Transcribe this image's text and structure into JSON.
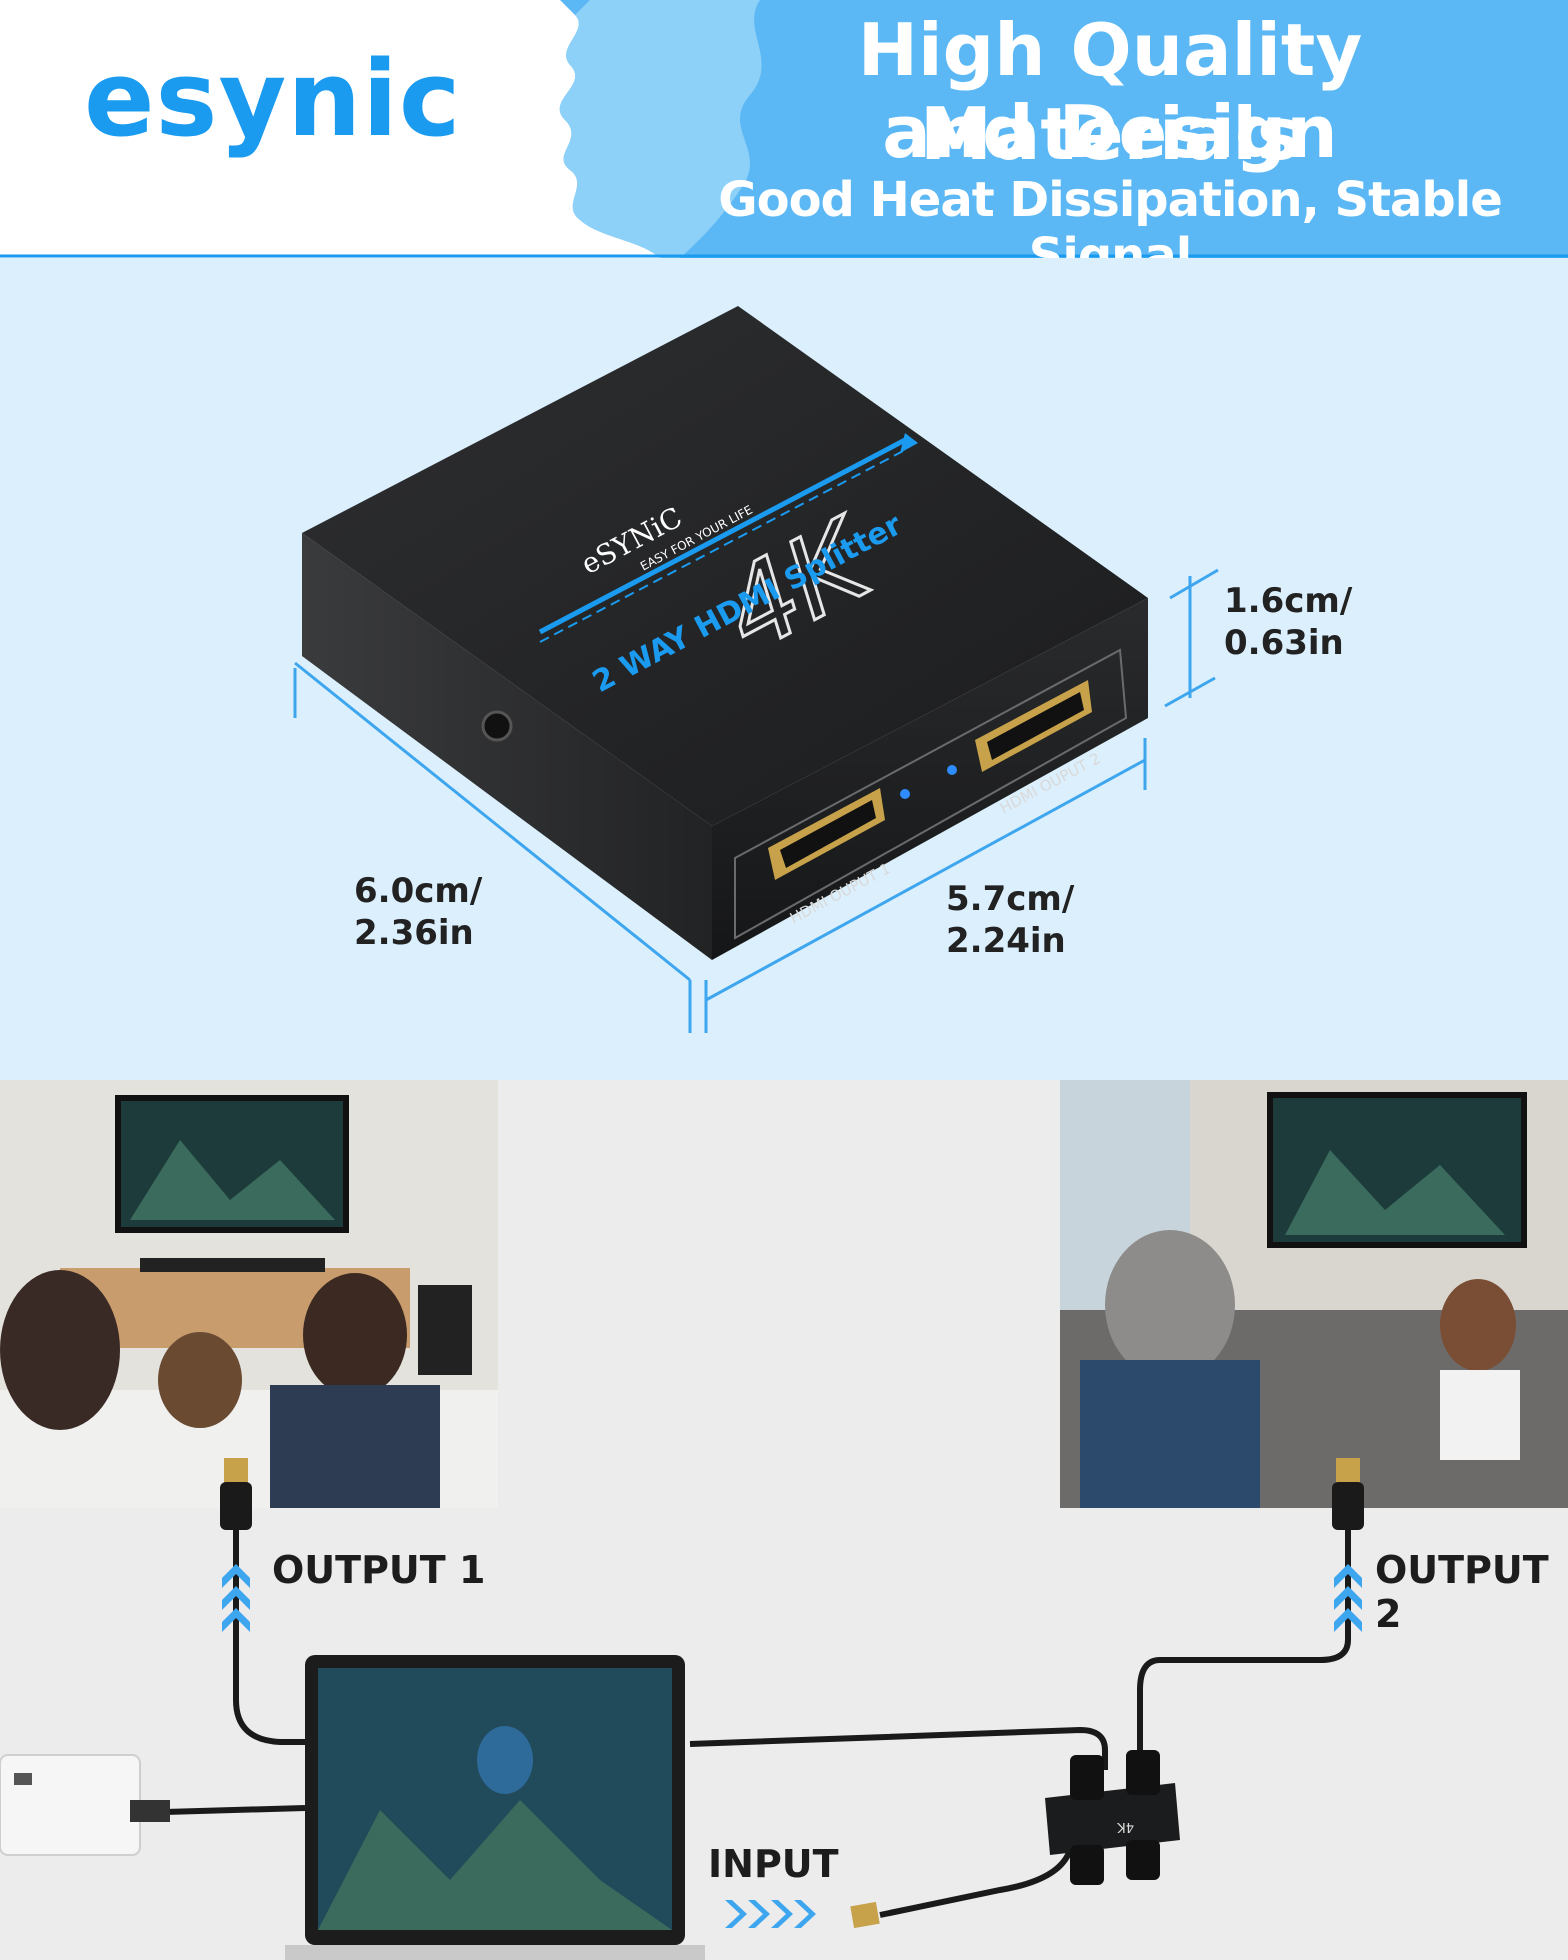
{
  "brand": {
    "logo": "esynic"
  },
  "header": {
    "line1": "High Quality Materials",
    "line2": "and Design",
    "line3": "Good Heat Dissipation, Stable Signal"
  },
  "device": {
    "brand": "eSYNiC",
    "tagline": "EASY FOR YOUR LIFE",
    "title": "2 WAY HDMI Splitter",
    "badge": "4K",
    "port1": "HDMI OUPUT 1",
    "port2": "HDMI OUPUT 2"
  },
  "dimensions": {
    "height_cm": "1.6cm/",
    "height_in": "0.63in",
    "depth_cm": "6.0cm/",
    "depth_in": "2.36in",
    "width_cm": "5.7cm/",
    "width_in": "2.24in"
  },
  "connections": {
    "output1": "OUTPUT 1",
    "output2": "OUTPUT 2",
    "input": "INPUT"
  },
  "colors": {
    "brand_blue": "#1a9bf0",
    "header_blue": "#5bb8f5",
    "panel_bg": "#dbeffd",
    "dimension_line": "#3ea6ee"
  }
}
